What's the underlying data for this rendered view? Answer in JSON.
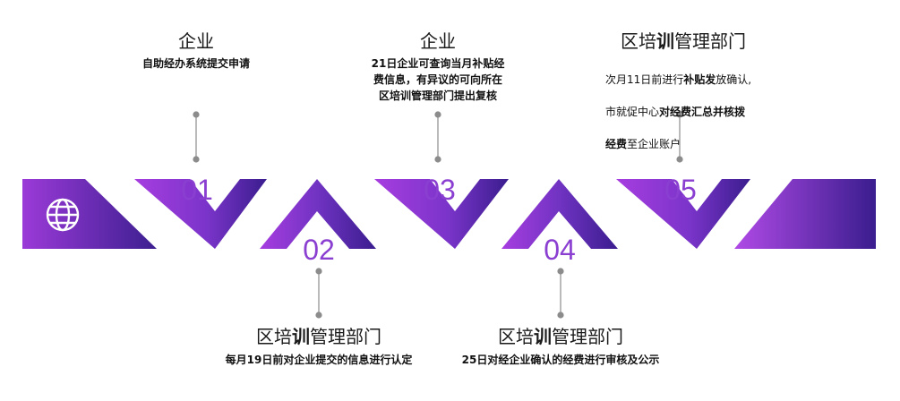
{
  "steps": [
    {
      "number": "01",
      "title": "企业",
      "desc": "自助经办系统提交申请"
    },
    {
      "number": "02",
      "title_a": "区培",
      "title_b": "训",
      "title_c": "管理部门",
      "desc": "每月19日前对企业提交的信息进行认定"
    },
    {
      "number": "03",
      "title": "企业",
      "desc": "21日企业可查询当月补贴经\n费信息，有异议的可向所在\n区培训管理部门提出复核"
    },
    {
      "number": "04",
      "title_a": "区培",
      "title_b": "训",
      "title_c": "管理部门",
      "desc": "25日对经企业确认的经费进行审核及公示"
    },
    {
      "number": "05",
      "title_a": "区培",
      "title_b": "训",
      "title_c": "管理部门",
      "desc_l1a": "次月11日前进行",
      "desc_l1b": "补贴发",
      "desc_l1c": "放确认,",
      "desc_l2a": "市就促中心",
      "desc_l2b": "对经费汇总并核拨",
      "desc_l3a": "经费",
      "desc_l3b": "至企业账户"
    }
  ],
  "colors": {
    "purple_light": "#a23ad6",
    "purple_mid": "#7b35cc",
    "purple_dark": "#3f1f95",
    "number": "#8a3fd1",
    "connector": "#8c8c8c"
  },
  "icons": {
    "start": "globe-icon"
  }
}
